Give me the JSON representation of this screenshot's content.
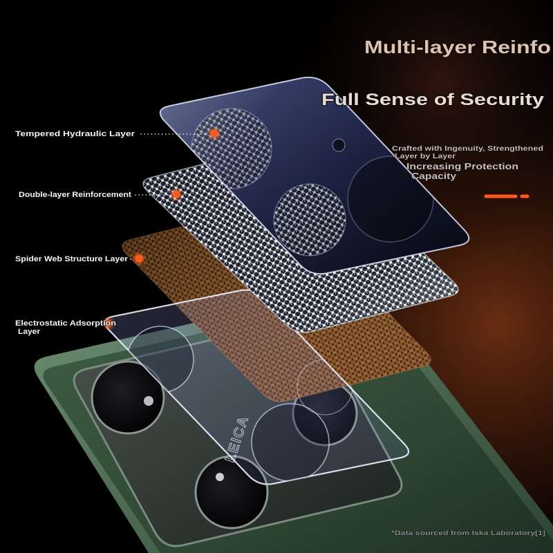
{
  "headline": {
    "title": "Multi-layer Reinfo",
    "subtitle": "Full Sense of Security",
    "tagline_line1": "Crafted with Ingenuity, Strengthened",
    "tagline_line2": "Layer by Layer",
    "benefit_line1": "Increasing Protection",
    "benefit_line2": "Capacity"
  },
  "layers": [
    {
      "label": "Tempered Hydraulic Layer"
    },
    {
      "label": "Double-layer Reinforcement"
    },
    {
      "label": "Spider Web Structure Layer"
    },
    {
      "label_line1": "Electrostatic Adsorption",
      "label_line2": "Layer"
    }
  ],
  "footnote": "*Data sourced from Iska Laboratory[1]",
  "lens_brand": "LEICA",
  "colors": {
    "accent": "#ff5a1f",
    "title": "#dec3ae",
    "phone_green": "#3c5a41",
    "background": "#000000"
  }
}
